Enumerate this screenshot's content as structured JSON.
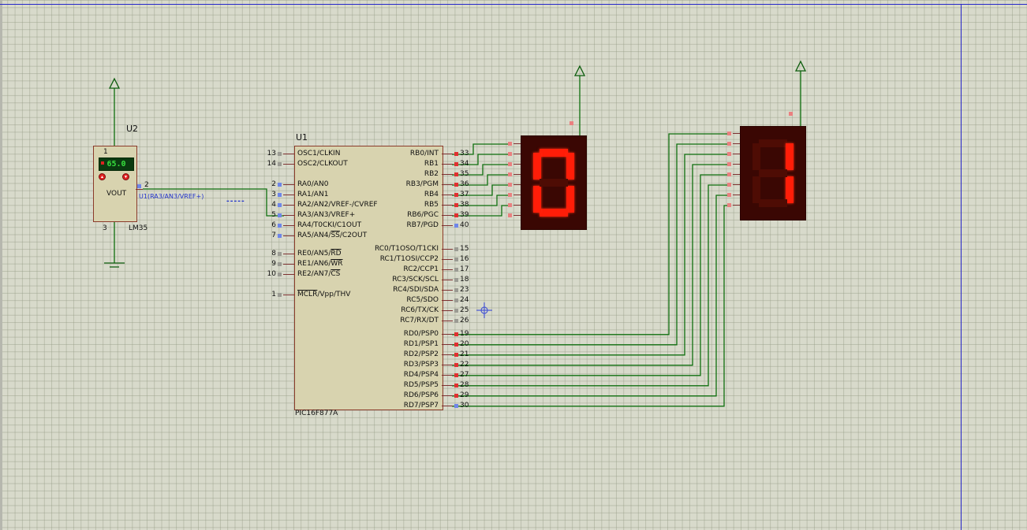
{
  "colors": {
    "wire": "#0f6f0f",
    "power_symbol": "#0c5c0c",
    "component_fill": "#d8d3af",
    "component_border": "#8b3a2a",
    "segment_lit": "#ff1d08",
    "segment_off": "#4e0c04",
    "display_body": "#3a0703",
    "sheet_border": "#2626c9",
    "lcd_bg": "#0b3a10",
    "lcd_text": "#38e03e",
    "net_label_blue": "#2233cc",
    "pin_state_high": "#e03030",
    "pin_state_low": "#6f86e8",
    "pin_state_float": "#9b9b93",
    "display_pin_marker": "#ea8080",
    "origin_marker": "#4b5ad2"
  },
  "sensor": {
    "ref": "U2",
    "part": "LM35",
    "value": "65.0",
    "vout_label": "VOUT",
    "pin_top": "1",
    "pin_right": "2",
    "pin_bottom": "3",
    "net_label": "U1(RA3/AN3/VREF+)",
    "dash_label": "-----"
  },
  "mcu": {
    "ref": "U1",
    "part": "PIC16F877A",
    "left_pins": [
      {
        "num": "13",
        "name": "OSC1/CLKIN",
        "row": 0,
        "state": "float"
      },
      {
        "num": "14",
        "name": "OSC2/CLKOUT",
        "row": 1,
        "state": "float"
      },
      {
        "num": "2",
        "name": "RA0/AN0",
        "row": 3,
        "state": "low"
      },
      {
        "num": "3",
        "name": "RA1/AN1",
        "row": 4,
        "state": "low"
      },
      {
        "num": "4",
        "name": "RA2/AN2/VREF-/CVREF",
        "row": 5,
        "state": "low"
      },
      {
        "num": "5",
        "name": "RA3/AN3/VREF+",
        "row": 6,
        "state": "low"
      },
      {
        "num": "6",
        "name": "RA4/T0CKI/C1OUT",
        "row": 7,
        "state": "low"
      },
      {
        "num": "7",
        "name": "RA5/AN4/SS/C2OUT",
        "pre": "RA5/AN4/",
        "over": "SS",
        "post": "/C2OUT",
        "row": 8,
        "state": "low"
      },
      {
        "num": "8",
        "name": "RE0/AN5/RD",
        "pre": "RE0/AN5/",
        "over": "RD",
        "post": "",
        "row": 9.8,
        "state": "float"
      },
      {
        "num": "9",
        "name": "RE1/AN6/WR",
        "pre": "RE1/AN6/",
        "over": "WR",
        "post": "",
        "row": 10.8,
        "state": "float"
      },
      {
        "num": "10",
        "name": "RE2/AN7/CS",
        "pre": "RE2/AN7/",
        "over": "CS",
        "post": "",
        "row": 11.8,
        "state": "float"
      },
      {
        "num": "1",
        "name": "MCLR/Vpp/THV",
        "pre": "",
        "over": "MCLR",
        "post": "/Vpp/THV",
        "row": 13.8,
        "state": "float"
      }
    ],
    "right_pins": [
      {
        "num": "33",
        "name": "RB0/INT",
        "row": 0,
        "state": "high"
      },
      {
        "num": "34",
        "name": "RB1",
        "row": 1,
        "state": "high"
      },
      {
        "num": "35",
        "name": "RB2",
        "row": 2,
        "state": "high"
      },
      {
        "num": "36",
        "name": "RB3/PGM",
        "row": 3,
        "state": "high"
      },
      {
        "num": "37",
        "name": "RB4",
        "row": 4,
        "state": "high"
      },
      {
        "num": "38",
        "name": "RB5",
        "row": 5,
        "state": "high"
      },
      {
        "num": "39",
        "name": "RB6/PGC",
        "row": 6,
        "state": "high"
      },
      {
        "num": "40",
        "name": "RB7/PGD",
        "row": 7,
        "state": "low"
      },
      {
        "num": "15",
        "name": "RC0/T1OSO/T1CKI",
        "row": 9.3,
        "state": "float"
      },
      {
        "num": "16",
        "name": "RC1/T1OSI/CCP2",
        "row": 10.3,
        "state": "float"
      },
      {
        "num": "17",
        "name": "RC2/CCP1",
        "row": 11.3,
        "state": "float"
      },
      {
        "num": "18",
        "name": "RC3/SCK/SCL",
        "row": 12.3,
        "state": "float"
      },
      {
        "num": "23",
        "name": "RC4/SDI/SDA",
        "row": 13.3,
        "state": "float"
      },
      {
        "num": "24",
        "name": "RC5/SDO",
        "row": 14.3,
        "state": "float"
      },
      {
        "num": "25",
        "name": "RC6/TX/CK",
        "row": 15.3,
        "state": "float"
      },
      {
        "num": "26",
        "name": "RC7/RX/DT",
        "row": 16.3,
        "state": "float"
      },
      {
        "num": "19",
        "name": "RD0/PSP0",
        "row": 17.6,
        "state": "high"
      },
      {
        "num": "20",
        "name": "RD1/PSP1",
        "row": 18.6,
        "state": "high"
      },
      {
        "num": "21",
        "name": "RD2/PSP2",
        "row": 19.6,
        "state": "high"
      },
      {
        "num": "22",
        "name": "RD3/PSP3",
        "row": 20.6,
        "state": "high"
      },
      {
        "num": "27",
        "name": "RD4/PSP4",
        "row": 21.6,
        "state": "high"
      },
      {
        "num": "28",
        "name": "RD5/PSP5",
        "row": 22.6,
        "state": "high"
      },
      {
        "num": "29",
        "name": "RD6/PSP6",
        "row": 23.6,
        "state": "high"
      },
      {
        "num": "30",
        "name": "RD7/PSP7",
        "row": 24.6,
        "state": "low"
      }
    ]
  },
  "displays": [
    {
      "digit": "0"
    },
    {
      "digit": "1"
    }
  ]
}
